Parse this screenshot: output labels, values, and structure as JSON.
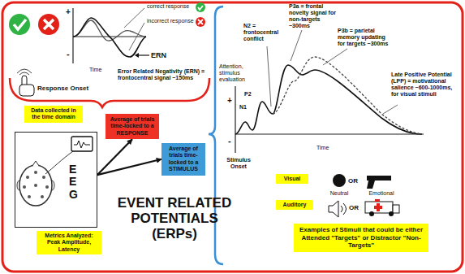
{
  "diagram": {
    "title": "EVENT RELATED POTENTIALS (ERPs)",
    "nodes": [
      {
        "text": [
          "Data collected in the time domain"
        ]
      },
      {
        "text": [
          "EEG"
        ]
      },
      {
        "text": [
          "Metrics Analyzed: Peak Amplitude, Latency"
        ]
      },
      {
        "text": [
          "Average of trials time-locked to a RESPONSE"
        ]
      },
      {
        "text": [
          "Average of trials time-locked to a STIMULUS"
        ]
      },
      {
        "text": [
          "Visual"
        ]
      },
      {
        "text": [
          "Auditory"
        ]
      },
      {
        "text": [
          "Examples of Stimuli that could be either Attended \"Targets\" or Distractor \"Non-Targets\""
        ]
      }
    ],
    "edges": [
      {
        "from": 1,
        "to": 3,
        "arrow": "to"
      },
      {
        "from": 1,
        "to": 4,
        "arrow": "to"
      }
    ],
    "labels": [
      "correct response",
      "incorrect response",
      "+",
      "-",
      "ERN",
      "Time",
      "Error Related Negativity (ERN) = frontocentral signal ~150ms",
      "Response Onset",
      "N2 = frontocentral conflict",
      "P3a = frontal novelty signal for non-targets ~300ms",
      "P3b = parietal memory updating for targets ~300ms",
      "Attention, stimulus evaluation",
      "P2",
      "N1",
      "Late Positive Potential (LPP) = motivational salience ~600-1000ms, for visual stimuli",
      "+",
      "-",
      "Stimulus Onset",
      "Time",
      "OR",
      "Neutral",
      "Emotional",
      "OR"
    ]
  }
}
